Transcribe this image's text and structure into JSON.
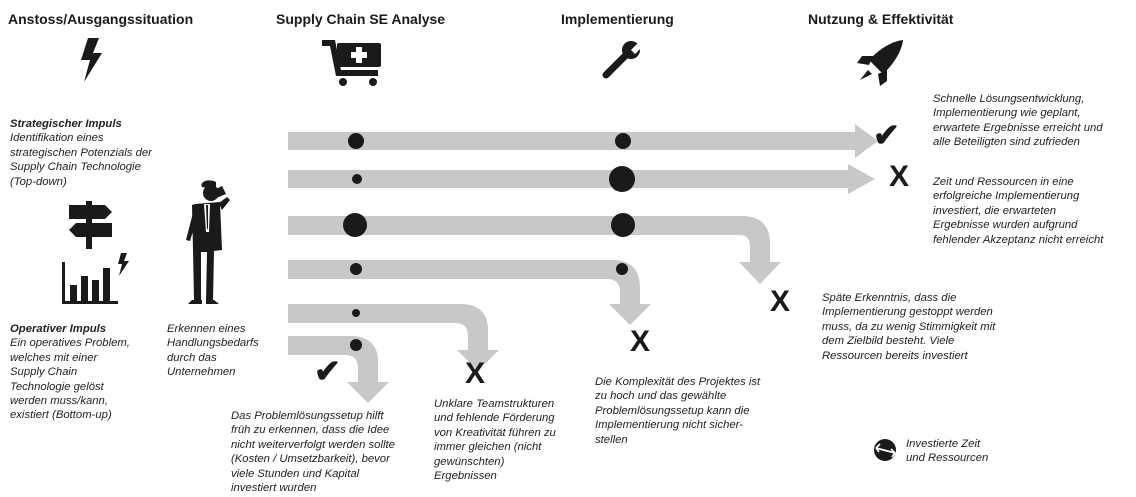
{
  "headers": {
    "col1": "Anstoss/Ausgangssituation",
    "col2": "Supply Chain SE Analyse",
    "col3": "Implementierung",
    "col4": "Nutzung & Effektivität"
  },
  "left": {
    "strategic_title": "Strategischer Impuls",
    "strategic_lines": [
      "Identifikation eines",
      "strategischen Potenzials der",
      "Supply Chain Technologie",
      "(Top-down)"
    ],
    "operative_title": "Operativer Impuls",
    "operative_lines": [
      "Ein operatives Problem,",
      "welches mit einer",
      "Supply Chain",
      "Technologie gelöst",
      "werden muss/kann,",
      "existiert (Bottom-up)"
    ],
    "recognize_lines": [
      "Erkennen eines",
      "Handlungsbedarfs",
      "durch das",
      "Unternehmen"
    ]
  },
  "outcomes": {
    "o1_lines": [
      "Schnelle Lösungsentwicklung,",
      "Implementierung wie geplant,",
      "erwartete Ergebnisse erreicht und",
      "alle Beteiligten sind zufrieden"
    ],
    "o2_lines": [
      "Zeit und Ressourcen in eine",
      "erfolgreiche Implementierung",
      "investiert, die erwarteten",
      "Ergebnisse wurden aufgrund",
      "fehlender Akzeptanz nicht erreicht"
    ],
    "o3_lines": [
      "Späte Erkenntnis, dass die",
      "Implementierung gestoppt werden",
      "muss, da zu wenig Stimmigkeit mit",
      "dem Zielbild besteht. Viele",
      "Ressourcen bereits investiert"
    ],
    "o4_lines": [
      "Die Komplexität des Projektes ist",
      "zu hoch und das gewählte",
      "Problemlösungssetup kann die",
      "Implementierung nicht sicher-",
      "stellen"
    ],
    "o5_lines": [
      "Unklare Teamstrukturen",
      "und fehlende Förderung",
      "von Kreativität führen zu",
      "immer gleichen (nicht",
      "gewünschten)",
      "Ergebnissen"
    ],
    "o6_lines": [
      "Das Problemlösungssetup hilft",
      "früh zu erkennen, dass die Idee",
      "nicht weiterverfolgt werden sollte",
      "(Kosten / Umsetzbarkeit), bevor",
      "viele Stunden und Kapital",
      "investiert wurden"
    ]
  },
  "marks": {
    "cross": "X",
    "check": "✔"
  },
  "legend": {
    "lines": [
      "Investierte Zeit",
      "und Ressourcen"
    ]
  },
  "colors": {
    "arrow": "#c8c8c8",
    "dark": "#1a1a1a",
    "text": "#222222"
  }
}
